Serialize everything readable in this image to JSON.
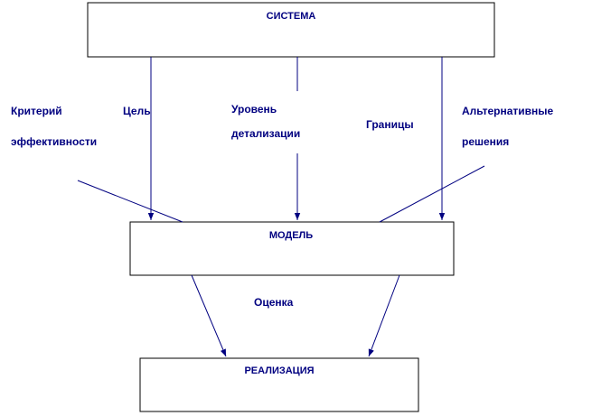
{
  "boxes": {
    "system": "СИСТЕМА",
    "model": "МОДЕЛЬ",
    "implementation": "РЕАЛИЗАЦИЯ"
  },
  "labels": {
    "criterion_line1": "Критерий",
    "criterion_line2": "эффективности",
    "goal": "Цель",
    "detail_line1": "Уровень",
    "detail_line2": "детализации",
    "boundaries": "Границы",
    "alternatives_line1": "Альтернативные",
    "alternatives_line2": "решения",
    "evaluation": "Оценка"
  },
  "colors": {
    "connector": "#000080",
    "text": "#000080",
    "box_border": "#000000"
  }
}
